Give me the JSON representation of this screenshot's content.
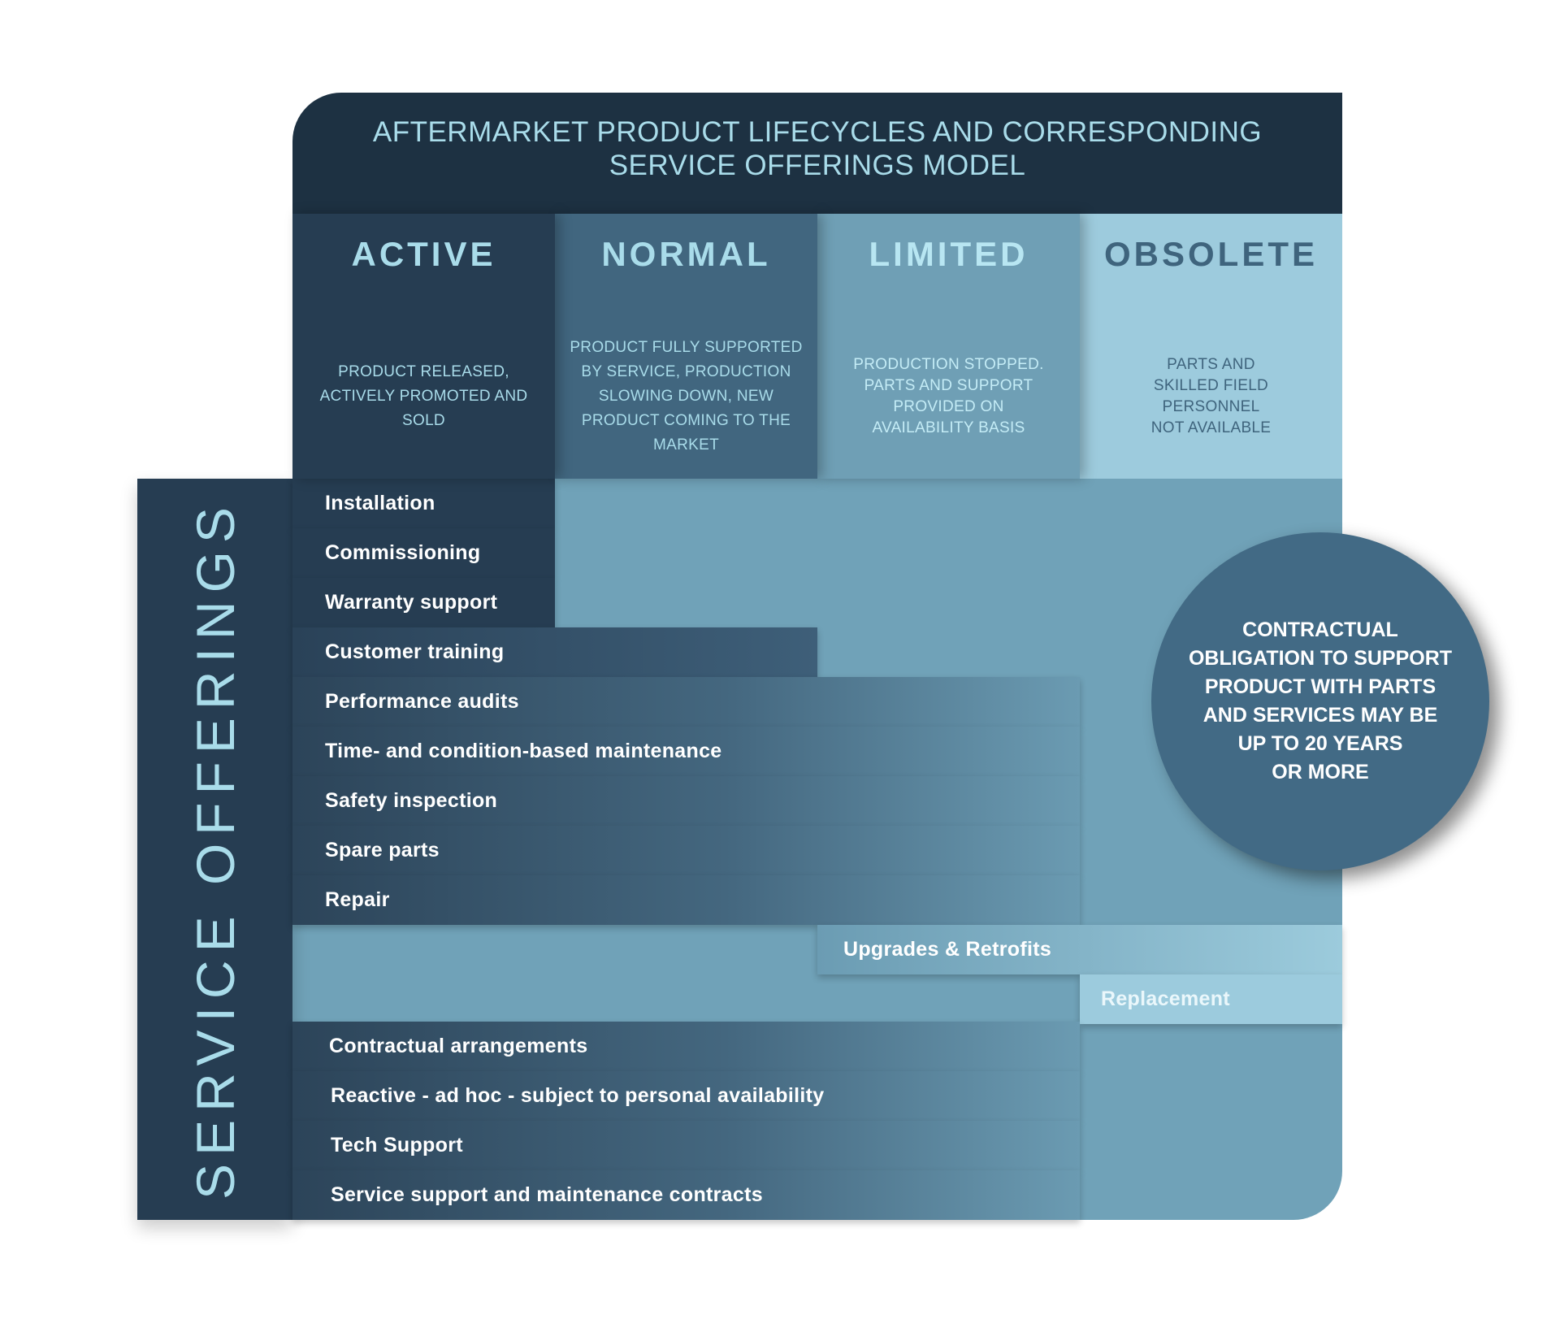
{
  "title": {
    "line1": "AFTERMARKET PRODUCT LIFECYCLES AND CORRESPONDING",
    "line2": "SERVICE OFFERINGS MODEL"
  },
  "phases": [
    {
      "label": "ACTIVE",
      "description": "PRODUCT RELEASED, ACTIVELY PROMOTED AND SOLD",
      "color": "#263d52"
    },
    {
      "label": "NORMAL",
      "description": "PRODUCT FULLY SUPPORTED BY SERVICE, PRODUCTION SLOWING DOWN, NEW PRODUCT COMING TO THE MARKET",
      "color": "#41667f"
    },
    {
      "label": "LIMITED",
      "description": "PRODUCTION STOPPED. PARTS AND SUPPORT PROVIDED ON AVAILABILITY BASIS",
      "color": "#6f9fb5"
    },
    {
      "label": "OBSOLETE",
      "description": "PARTS AND SKILLED FIELD PERSONNEL NOT AVAILABLE",
      "color": "#9dcbdd"
    }
  ],
  "sidebar": {
    "label": "SERVICE OFFERINGS"
  },
  "services": [
    "Installation",
    "Commissioning",
    "Warranty support",
    "Customer training",
    "Performance audits",
    "Time- and condition-based maintenance",
    "Safety inspection",
    "Spare parts",
    "Repair",
    "Upgrades & Retrofits",
    "Replacement",
    "Contractual arrangements",
    "Reactive - ad hoc - subject to personal availability",
    "Tech Support",
    "Service support and maintenance contracts"
  ],
  "callout": {
    "lines": [
      "CONTRACTUAL",
      "OBLIGATION TO SUPPORT",
      "PRODUCT WITH PARTS",
      "AND SERVICES MAY BE",
      "UP TO 20 YEARS",
      "OR MORE"
    ]
  }
}
